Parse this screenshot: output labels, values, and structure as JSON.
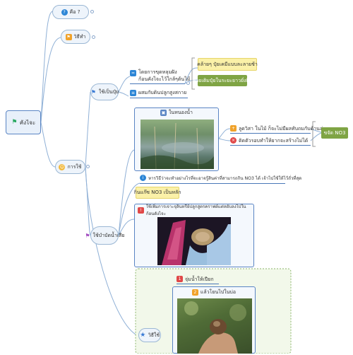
{
  "root": {
    "label": "คังไจะ",
    "icon": "flag-icon",
    "color": "#27a860"
  },
  "branches": {
    "what": {
      "label": "คือ ?",
      "icon": "question-icon",
      "color": "#2d86d6"
    },
    "howto": {
      "label": "วิธีทำ",
      "icon": "flag-square-icon",
      "color": "#f0a22a"
    },
    "usage": {
      "label": "การใช้",
      "icon": "smiley-icon",
      "color": "#f2b83a"
    }
  },
  "use_fert": {
    "label": "ใช้เป็นปุ๋ย",
    "icon": "flag-icon",
    "color": "#3a7bd5",
    "items": [
      {
        "label_line1": "โดยการขุดหลุมฝัง",
        "label_line2": "ก้อนคังไจะไว้ใกล้ๆต้นไม้",
        "icon": "equals-icon"
      },
      {
        "label": "ผสมกับดินปลูกสูงสกาย",
        "icon": "layers-icon"
      }
    ],
    "note_callout": "คล้ายๆ ปุ๋ยเคมีแบบละลายช้า",
    "note_green": "ช่วยเติมปุ๋ยในระยะยาวยั่งยืน"
  },
  "soak": {
    "label": "ใช้บำบัดน้ำเสีย",
    "icon": "flag-icon",
    "color": "#a44fc1",
    "photo_title": "ในหนองน้ำ",
    "photo_icon": "image-icon",
    "pros": "ลูดวิสา ในไม้ ก็จะไม่มีผลทับถมกับด้านล่าง",
    "cons": "ติดตัวรอบทำให้ยากจะสร้างไม่ได้",
    "green_tag": "ขจัด NO3",
    "info": "หารวิธีว่าจะทำอย่างไรที่จะอาจรู้สินค่าที่สามารถกิน NO3 ได้ เจ้าไปใช้ให้ไว้ถั่วที่สุด",
    "info_icon": "info-icon",
    "callout2": "กินแก๊ซ NO3 เป็นหลัก",
    "box2_title": "ใช้เพิ่มการเจาะจุลินทรีย์ปลูกสูตรคราฟต์แต่หยับลงไปในก้อนดังไจะ",
    "box2_icon": "thermometer-icon"
  },
  "tips": {
    "label": "วิธีใช้",
    "icon": "star-icon",
    "color": "#3a7bd5",
    "step1": {
      "num": "1",
      "label": "จุ่มน้ำให้เปียก"
    },
    "step2": {
      "num": "2",
      "label": "แล้วโยนไปในบ่อ"
    }
  },
  "colors": {
    "line": "#8fb0d6",
    "underline": "#4a78b8",
    "node_bg": "#eef4fb",
    "node_border": "#9bb7d4",
    "callout": "#fbf1a8",
    "green": "#7fa444",
    "dashed_green": "#8bb56a"
  }
}
